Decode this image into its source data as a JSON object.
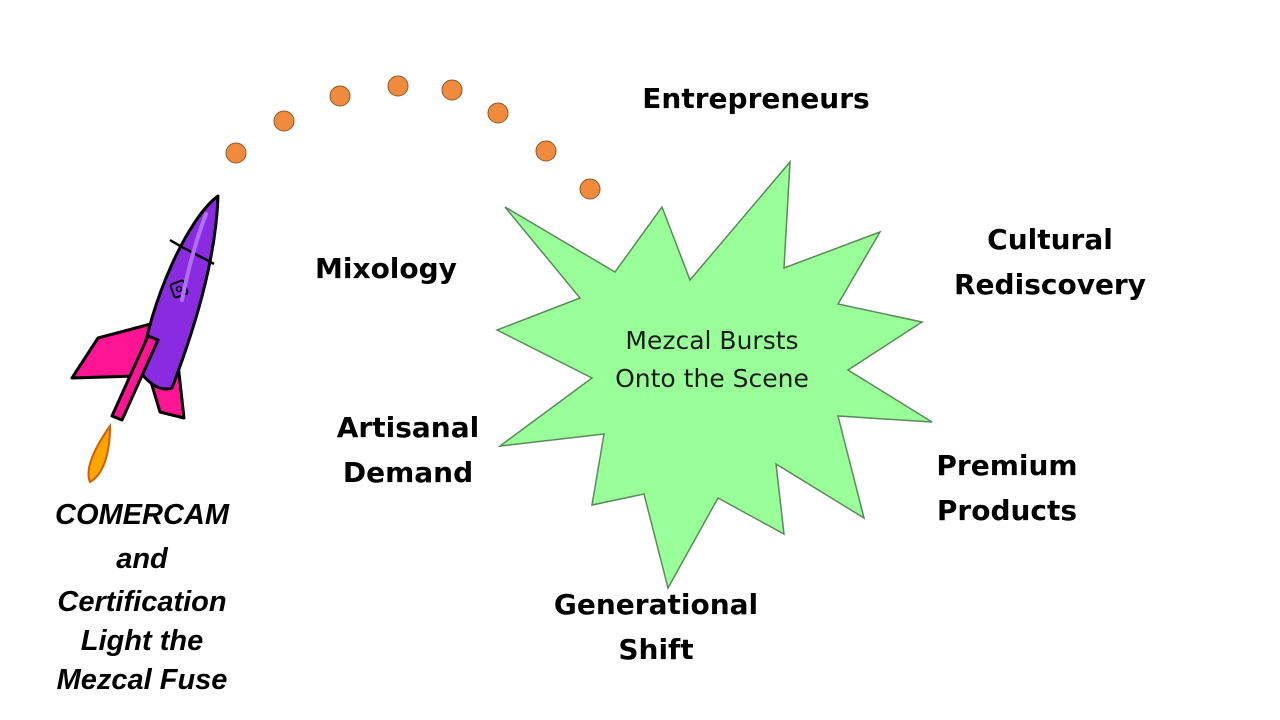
{
  "rocket_caption": {
    "lines": [
      "COMERCAM",
      "and",
      "Certification",
      "Light the",
      "Mezcal Fuse"
    ]
  },
  "burst": {
    "lines": [
      "Mezcal Bursts",
      "Onto the Scene"
    ],
    "fill_color": "#99ff99"
  },
  "factors": {
    "entrepreneurs": [
      "Entrepreneurs"
    ],
    "mixology": [
      "Mixology"
    ],
    "cultural_rediscovery": [
      "Cultural",
      "Rediscovery"
    ],
    "artisanal_demand": [
      "Artisanal",
      "Demand"
    ],
    "premium_products": [
      "Premium",
      "Products"
    ],
    "generational_shift": [
      "Generational",
      "Shift"
    ]
  },
  "colors": {
    "trail_dots": "#f08a3c",
    "rocket_body": "#8a2be2",
    "rocket_fins": "#ff1493",
    "rocket_flame": "#ffa500"
  }
}
